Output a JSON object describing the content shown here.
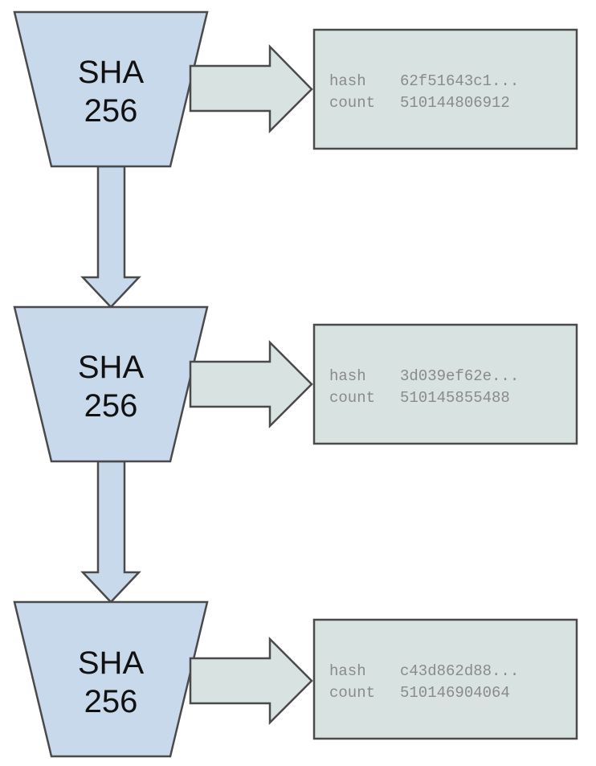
{
  "blocks": [
    {
      "function_line1": "SHA",
      "function_line2": "256",
      "output": {
        "hash_label": "hash",
        "hash_value": "62f51643c1...",
        "count_label": "count",
        "count_value": "510144806912"
      }
    },
    {
      "function_line1": "SHA",
      "function_line2": "256",
      "output": {
        "hash_label": "hash",
        "hash_value": "3d039ef62e...",
        "count_label": "count",
        "count_value": "510145855488"
      }
    },
    {
      "function_line1": "SHA",
      "function_line2": "256",
      "output": {
        "hash_label": "hash",
        "hash_value": "c43d862d88...",
        "count_label": "count",
        "count_value": "510146904064"
      }
    }
  ],
  "colors": {
    "function_fill": "#c9d9ec",
    "output_fill": "#d8e2e0",
    "stroke": "#4a4a4a",
    "output_text": "#8a8a8a"
  }
}
